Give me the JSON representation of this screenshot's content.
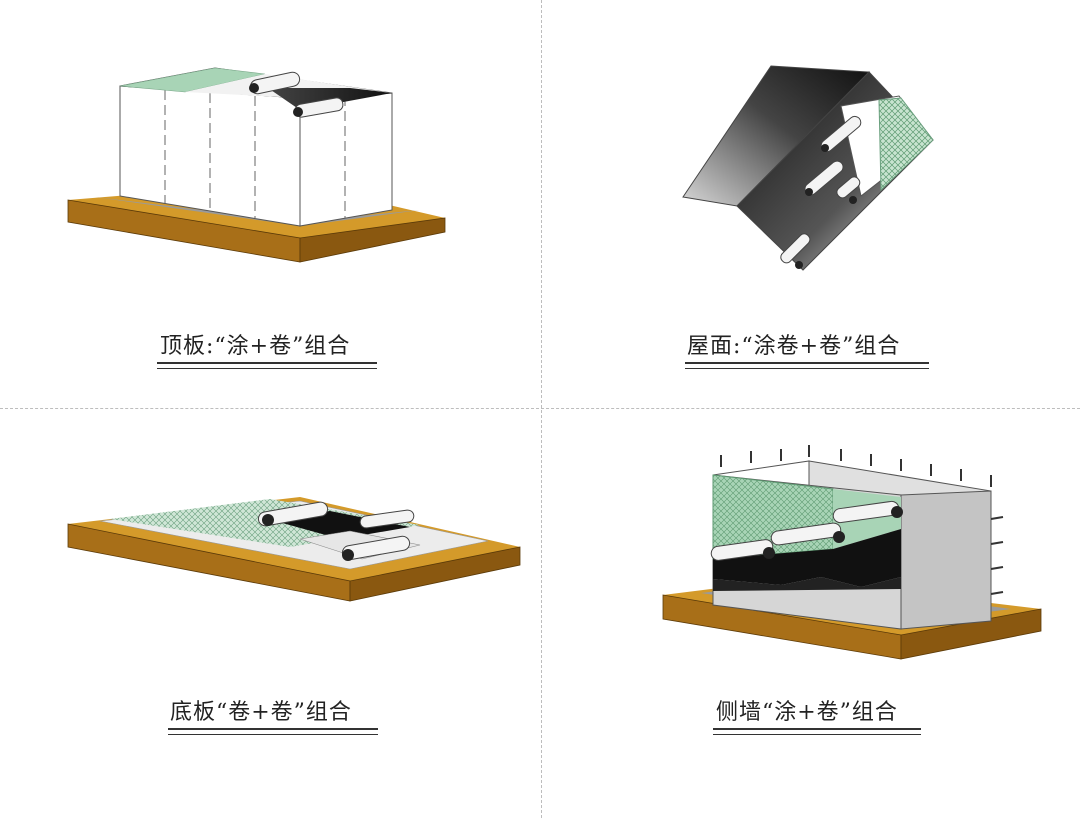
{
  "panels": [
    {
      "caption": "顶板:“涂+卷”组合"
    },
    {
      "caption": "屋面:“涂卷+卷”组合"
    },
    {
      "caption": "底板“卷+卷”组合"
    },
    {
      "caption": "侧墙“涂+卷”组合"
    }
  ],
  "colors": {
    "slab_top": "#d49a2a",
    "slab_side": "#9c6412",
    "membrane_green": "#a8d4b6",
    "membrane_black": "#1a1a1a",
    "roll_white": "#f2f2f2"
  }
}
